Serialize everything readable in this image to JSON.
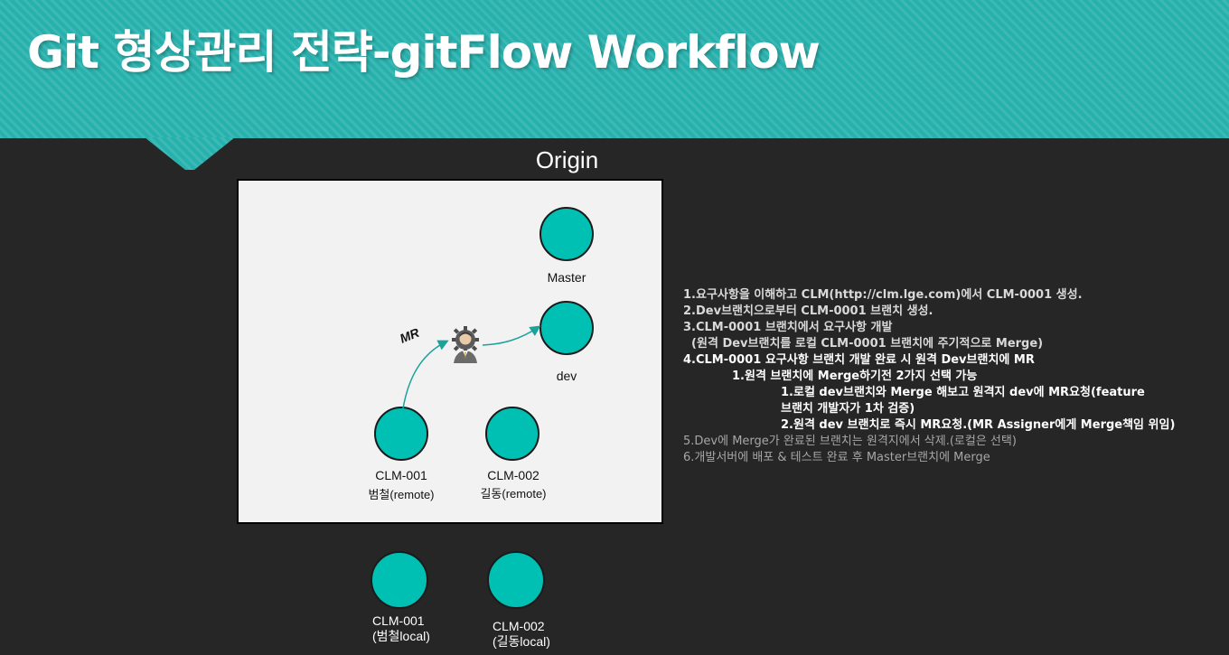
{
  "header": {
    "title": "Git 형상관리 전략-gitFlow Workflow"
  },
  "origin": {
    "label": "Origin",
    "nodes": {
      "master": {
        "label": "Master"
      },
      "dev": {
        "label": "dev"
      },
      "clm001_remote": {
        "label": "CLM-001",
        "owner": "범철(remote)"
      },
      "clm002_remote": {
        "label": "CLM-002",
        "owner": "길동(remote)"
      }
    },
    "mr_label": "MR",
    "assigner_icon": "user-gear-icon"
  },
  "local": {
    "clm001_local": {
      "line1": "CLM-001",
      "line2": "(범철local)"
    },
    "clm002_local": {
      "line1": "CLM-002",
      "line2": "(길동local)"
    }
  },
  "steps": [
    "1.요구사항을 이해하고 CLM(http://clm.lge.com)에서 CLM-0001 생성.",
    "2.Dev브랜치으로부터 CLM-0001 브랜치 생성.",
    "3.CLM-0001 브랜치에서 요구사항 개발",
    "  (원격 Dev브랜치를 로컬 CLM-0001 브랜치에 주기적으로 Merge)",
    "4.CLM-0001 요구사항 브랜치 개발 완료 시 원격 Dev브랜치에 MR",
    "1.원격 브랜치에 Merge하기전 2가지 선택 가능",
    "1.로컬 dev브랜치와 Merge 해보고 원격지 dev에 MR요청(feature",
    "브랜치 개발자가 1차 검증)",
    "2.원격 dev 브랜치로 즉시 MR요청.(MR Assigner에게 Merge책임 위임)",
    "5.Dev에 Merge가 완료된 브랜치는 원격지에서 삭제.(로컬은 선택)",
    "6.개발서버에 배포 & 테스트 완료 후 Master브랜치에 Merge"
  ],
  "colors": {
    "background": "#262626",
    "header_teal": "#27b1ad",
    "node_fill": "#00c0b4",
    "origin_box": "#f2f2f2",
    "arrow": "#1aa39a"
  }
}
